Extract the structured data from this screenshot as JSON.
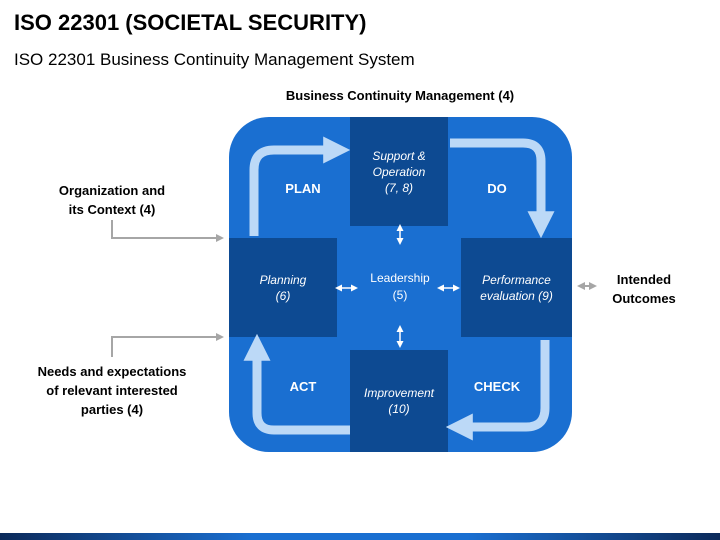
{
  "title": "ISO 22301 (SOCIETAL SECURITY)",
  "subtitle": "ISO 22301 Business Continuity Management System",
  "top_label": "Business Continuity Management (4)",
  "inputs": {
    "context": [
      "Organization and",
      "its Context (4)"
    ],
    "needs": [
      "Needs and expectations",
      "of relevant interested",
      "parties (4)"
    ]
  },
  "output": [
    "Intended",
    "Outcomes"
  ],
  "boxes": {
    "support": [
      "Support &",
      "Operation",
      "(7, 8)"
    ],
    "planning": [
      "Planning",
      "(6)"
    ],
    "performance": [
      "Performance",
      "evaluation (9)"
    ],
    "improvement": [
      "Improvement",
      "(10)"
    ]
  },
  "center": [
    "Leadership",
    "(5)"
  ],
  "quadrants": {
    "plan": "PLAN",
    "do": "DO",
    "act": "ACT",
    "check": "CHECK"
  },
  "colors": {
    "main": "#1a6fd1",
    "dark_box": "#0d4a92",
    "cycle_arrow": "#bcd9f7",
    "connector": "#a6a6a6"
  }
}
